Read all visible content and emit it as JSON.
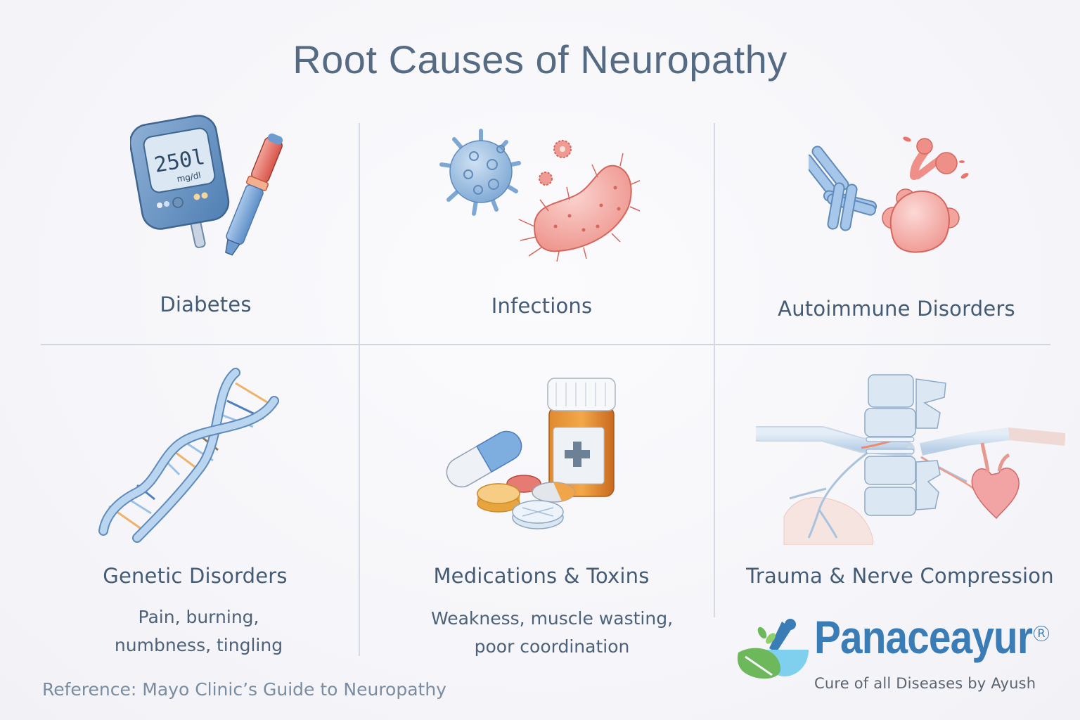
{
  "title": "Root Causes of Neuropathy",
  "cells": [
    {
      "label": "Diabetes",
      "icon": "glucose-meter-and-insulin-pen-icon",
      "meter_reading": "250l",
      "meter_unit": "mg/dl"
    },
    {
      "label": "Infections",
      "icon": "virus-and-bacteria-icon"
    },
    {
      "label": "Autoimmune Disorders",
      "icon": "antibody-attacking-cell-icon"
    },
    {
      "label": "Genetic Disorders",
      "icon": "dna-helix-icon",
      "description_lines": [
        "Pain, burning,",
        "numbness, tingling"
      ]
    },
    {
      "label": "Medications & Toxins",
      "icon": "pill-bottle-and-pills-icon",
      "description_lines": [
        "Weakness, muscle wasting,",
        "poor coordination"
      ]
    },
    {
      "label": "Trauma & Nerve Compression",
      "icon": "spine-nerve-compression-icon"
    }
  ],
  "reference": "Reference: Mayo Clinic’s Guide to Neuropathy",
  "logo": {
    "name": "Panaceayur",
    "registered": "R",
    "tagline": "Cure of all Diseases by Ayush",
    "brand_color": "#3a7cb5",
    "leaf_color": "#6cb85a"
  },
  "colors": {
    "background": "#f6f6fa",
    "title": "#556b83",
    "label": "#445b75",
    "divider": "#d3d9e2"
  }
}
